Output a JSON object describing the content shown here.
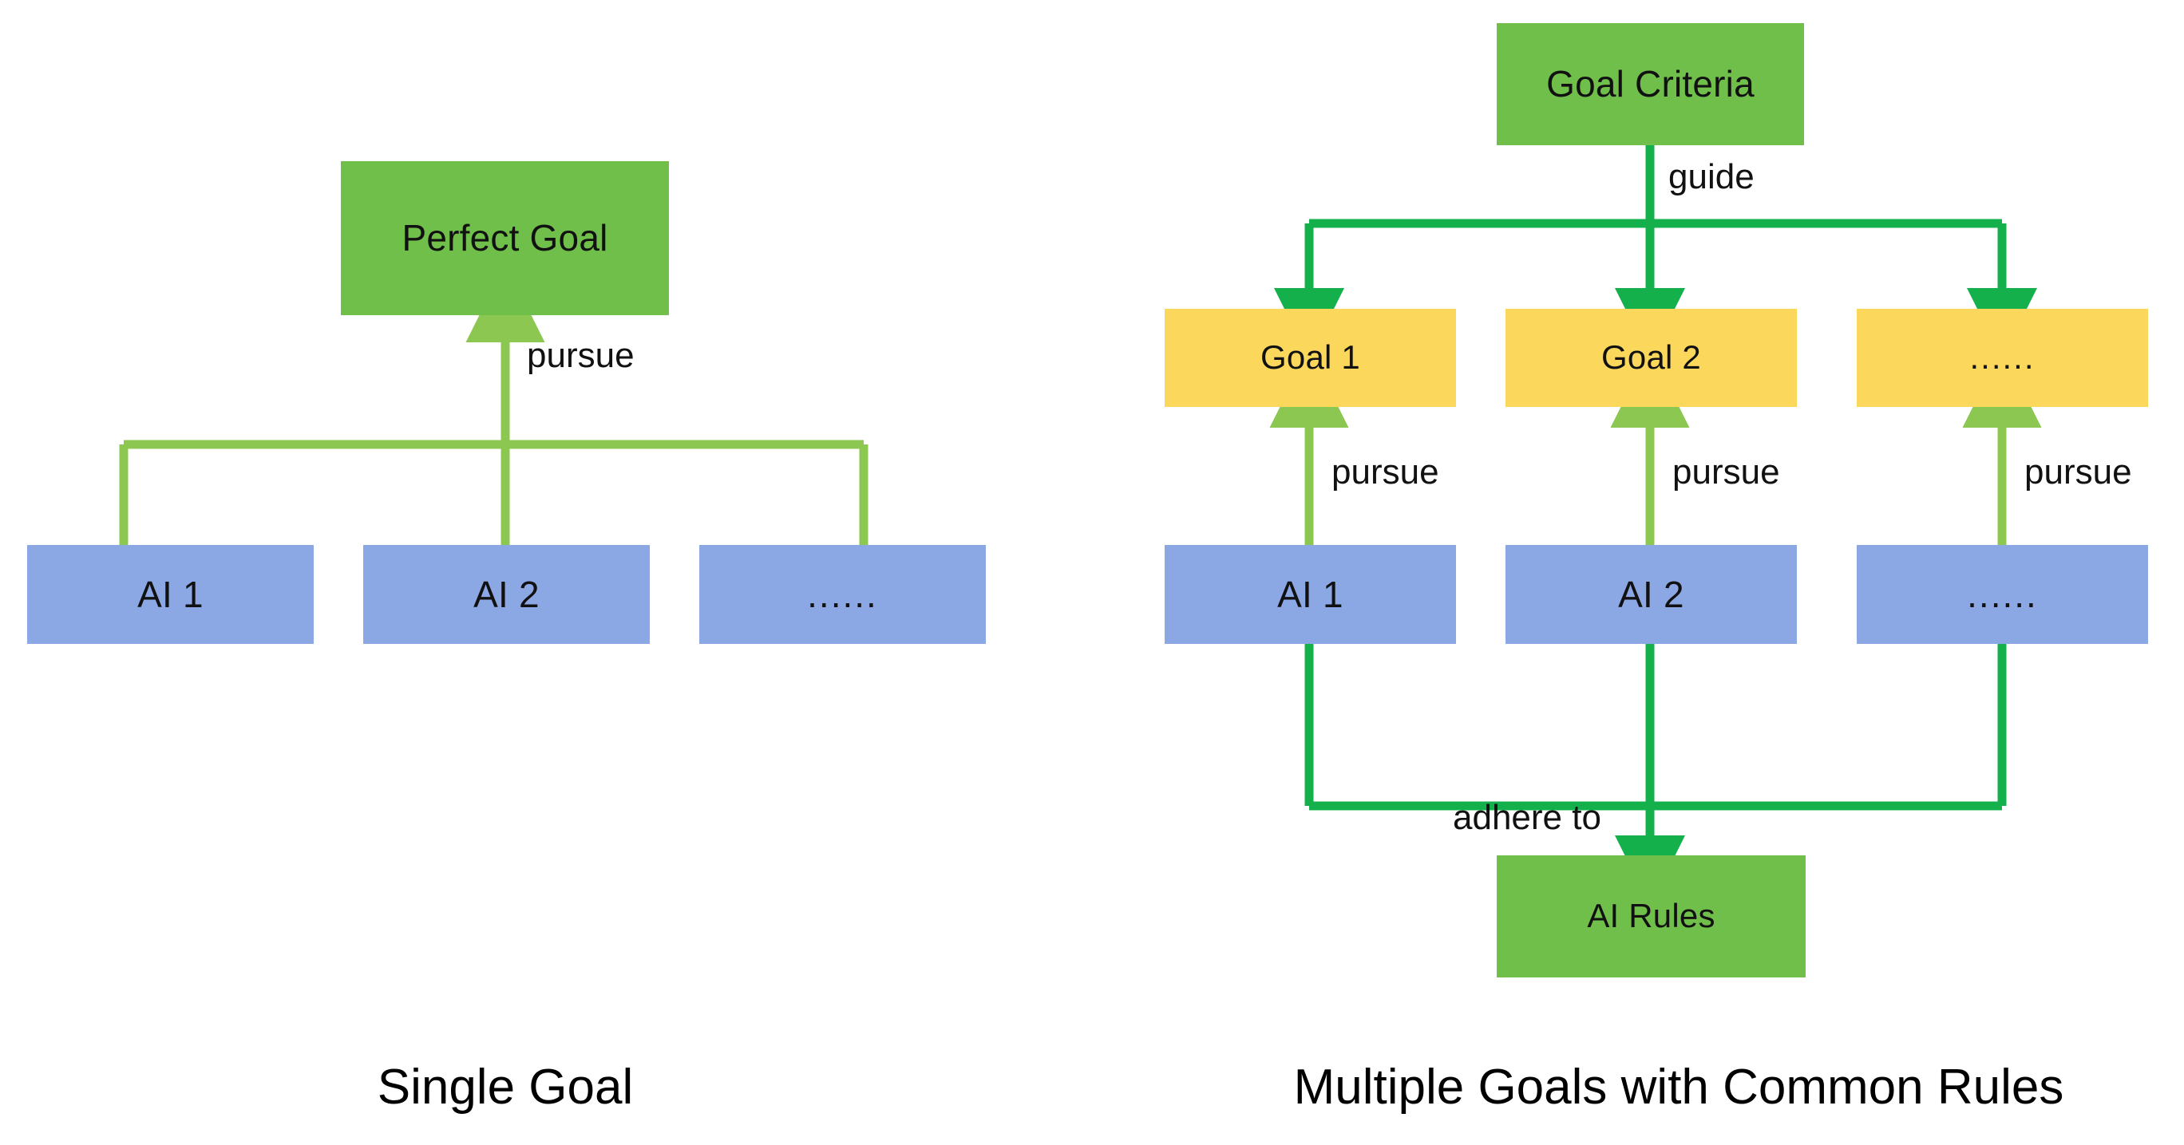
{
  "diagram": {
    "title_visible": false,
    "colors": {
      "green_fill": "#70BF4B",
      "blue_fill": "#8CA8E4",
      "yellow_fill": "#FBD75B",
      "light_green_edge": "#8CC751",
      "dark_green_edge": "#13B04C",
      "text": "#111111",
      "background": "#FFFFFF"
    },
    "panels": [
      {
        "id": "single-goal",
        "caption": "Single Goal",
        "nodes": {
          "goal": {
            "label": "Perfect Goal",
            "type": "goal",
            "color": "green"
          },
          "agents": [
            {
              "label": "AI 1",
              "type": "agent",
              "color": "blue"
            },
            {
              "label": "AI 2",
              "type": "agent",
              "color": "blue"
            },
            {
              "label": "......",
              "type": "agent",
              "color": "blue"
            }
          ]
        },
        "edges": [
          {
            "label": "pursue",
            "from": "agents",
            "to": "goal",
            "color": "light_green"
          }
        ]
      },
      {
        "id": "multiple-goals",
        "caption": "Multiple Goals with Common Rules",
        "nodes": {
          "criteria": {
            "label": "Goal Criteria",
            "type": "criteria",
            "color": "green"
          },
          "goals": [
            {
              "label": "Goal 1",
              "type": "goal",
              "color": "yellow"
            },
            {
              "label": "Goal 2",
              "type": "goal",
              "color": "yellow"
            },
            {
              "label": "......",
              "type": "goal",
              "color": "yellow"
            }
          ],
          "agents": [
            {
              "label": "AI 1",
              "type": "agent",
              "color": "blue"
            },
            {
              "label": "AI 2",
              "type": "agent",
              "color": "blue"
            },
            {
              "label": "......",
              "type": "agent",
              "color": "blue"
            }
          ],
          "rules": {
            "label": "AI Rules",
            "type": "rules",
            "color": "green"
          }
        },
        "edges": [
          {
            "label": "guide",
            "from": "criteria",
            "to": "goals",
            "color": "dark_green"
          },
          {
            "label": "pursue",
            "from": "agents.0",
            "to": "goals.0",
            "color": "light_green"
          },
          {
            "label": "pursue",
            "from": "agents.1",
            "to": "goals.1",
            "color": "light_green"
          },
          {
            "label": "pursue",
            "from": "agents.2",
            "to": "goals.2",
            "color": "light_green"
          },
          {
            "label": "adhere to",
            "from": "agents",
            "to": "rules",
            "color": "dark_green"
          }
        ]
      }
    ]
  }
}
